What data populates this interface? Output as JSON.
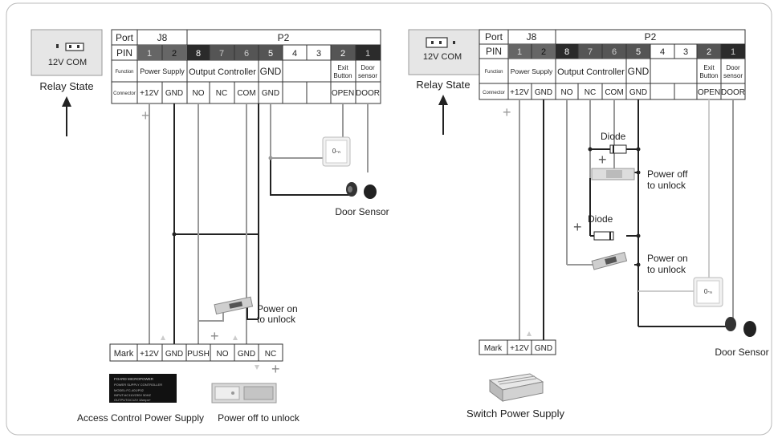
{
  "left": {
    "relay": {
      "pins": "12V  COM",
      "label": "Relay State"
    },
    "table": {
      "port_label": "Port",
      "j8": "J8",
      "p2": "P2",
      "pin_label": "PIN",
      "pins": [
        "1",
        "2",
        "8",
        "7",
        "6",
        "5",
        "4",
        "3",
        "2",
        "1"
      ],
      "function_label": "Function",
      "power_supply": "Power Supply",
      "output_controller": "Output Controller",
      "gnd": "GND",
      "exit_button": [
        "Exit",
        "Button"
      ],
      "door_sensor": [
        "Door",
        "sensor"
      ],
      "connector_label": "Connector",
      "connectors": [
        "+12V",
        "GND",
        "NO",
        "NC",
        "COM",
        "GND",
        "",
        "",
        "OPEN",
        "DOOR"
      ]
    },
    "mark_table": {
      "cells": [
        "Mark",
        "+12V",
        "GND",
        "PUSH",
        "NO",
        "GND",
        "NC"
      ]
    },
    "psu_panel": [
      "FOARD MICROPOWER",
      "POWER SUPPLY CONTROLLER",
      "MODEL:FC-401/P02",
      "INPUT:AC110/230V 50HZ",
      "OUTPUT:DC12V 3Amps+"
    ],
    "plus_signs": [
      "+",
      "+",
      "+"
    ],
    "labels": {
      "door_sensor": "Door Sensor",
      "power_on": [
        "Power on",
        "to unlock"
      ],
      "access_psu": "Access Control Power Supply",
      "power_off": "Power off to unlock"
    }
  },
  "right": {
    "relay": {
      "pins": "12V COM",
      "label": "Relay State"
    },
    "table": {
      "port_label": "Port",
      "j8": "J8",
      "p2": "P2",
      "pin_label": "PIN",
      "pins": [
        "1",
        "2",
        "8",
        "7",
        "6",
        "5",
        "4",
        "3",
        "2",
        "1"
      ],
      "function_label": "Function",
      "power_supply": "Power Supply",
      "output_controller": "Output Controller",
      "gnd": "GND",
      "exit_button": [
        "Exit",
        "Button"
      ],
      "door_sensor": [
        "Door",
        "sensor"
      ],
      "connector_label": "Connector",
      "connectors": [
        "+12V",
        "GND",
        "NO",
        "NC",
        "COM",
        "GND",
        "",
        "",
        "OPEN",
        "DOOR"
      ]
    },
    "mark_table": {
      "cells": [
        "Mark",
        "+12V",
        "GND"
      ]
    },
    "plus_signs": [
      "+",
      "+",
      "+"
    ],
    "labels": {
      "diode1": "Diode",
      "diode2": "Diode",
      "power_off": [
        "Power off",
        "to unlock"
      ],
      "power_on": [
        "Power on",
        "to unlock"
      ],
      "door_sensor": "Door Sensor",
      "switch_psu": "Switch Power Supply"
    }
  },
  "colors": {
    "black": "#222222",
    "gray": "#999999",
    "light_gray": "#cccccc",
    "dark_cell": "#2b2b2b",
    "mid_cell": "#666666"
  }
}
